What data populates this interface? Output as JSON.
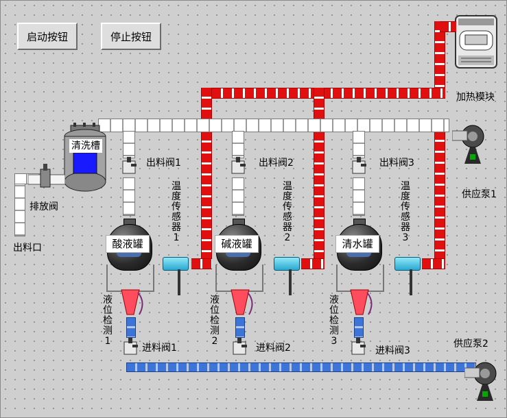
{
  "controls": {
    "start_label": "启动按钮",
    "stop_label": "停止按钮"
  },
  "devices": {
    "heater_label": "加热模块",
    "pump1_label": "供应泵1",
    "pump2_label": "供应泵2",
    "wash_tank_label": "清洗槽",
    "drain_valve_label": "排放阀",
    "outlet_label": "出料口"
  },
  "tanks": [
    {
      "name": "酸液罐",
      "out_valve": "出料阀1",
      "sensor": "温度传感器1",
      "level": "液位检测1",
      "in_valve": "进料阀1"
    },
    {
      "name": "碱液罐",
      "out_valve": "出料阀2",
      "sensor": "温度传感器2",
      "level": "液位检测2",
      "in_valve": "进料阀2"
    },
    {
      "name": "清水罐",
      "out_valve": "出料阀3",
      "sensor": "温度传感器3",
      "level": "液位检测3",
      "in_valve": "进料阀3"
    }
  ],
  "colors": {
    "hot_pipe": "#e01010",
    "supply_pipe": "#ffffff",
    "feed_pipe": "#3d74d8",
    "background": "#cfcfcf"
  }
}
